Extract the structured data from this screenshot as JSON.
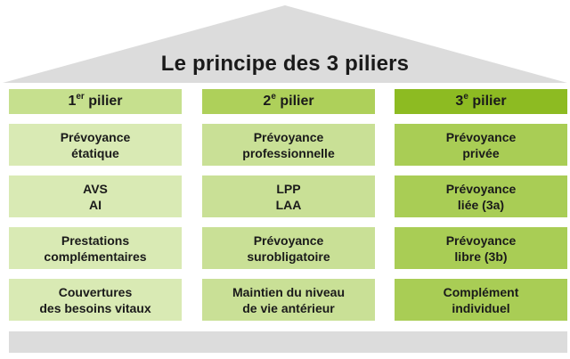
{
  "title": "Le principe des 3 piliers",
  "colors": {
    "roof": "#dcdcdc",
    "foundation": "#dcdcdc",
    "pillar1_header": "#c6e08e",
    "pillar1_cell": "#d9eab4",
    "pillar2_header": "#aed05a",
    "pillar2_cell": "#c9e096",
    "pillar3_header": "#8dbb22",
    "pillar3_cell": "#a9cd55"
  },
  "pillars": [
    {
      "number": "1",
      "suffix": "er",
      "word": "pilier",
      "cells": [
        "Prévoyance\nétatique",
        "AVS\nAI",
        "Prestations\ncomplémentaires",
        "Couvertures\ndes besoins vitaux"
      ]
    },
    {
      "number": "2",
      "suffix": "e",
      "word": "pilier",
      "cells": [
        "Prévoyance\nprofessionnelle",
        "LPP\nLAA",
        "Prévoyance\nsurobligatoire",
        "Maintien du niveau\nde vie antérieur"
      ]
    },
    {
      "number": "3",
      "suffix": "e",
      "word": "pilier",
      "cells": [
        "Prévoyance\nprivée",
        "Prévoyance\nliée (3a)",
        "Prévoyance\nlibre (3b)",
        "Complément\nindividuel"
      ]
    }
  ]
}
